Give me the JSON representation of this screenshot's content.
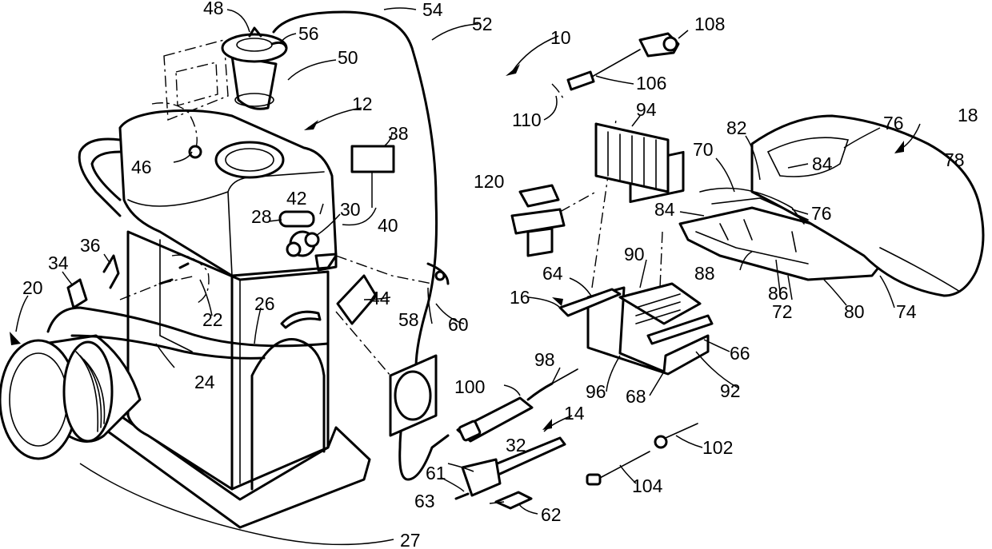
{
  "figure": {
    "references": [
      {
        "id": "r10",
        "text": "10"
      },
      {
        "id": "r12",
        "text": "12"
      },
      {
        "id": "r14",
        "text": "14"
      },
      {
        "id": "r16",
        "text": "16"
      },
      {
        "id": "r18",
        "text": "18"
      },
      {
        "id": "r20",
        "text": "20"
      },
      {
        "id": "r22",
        "text": "22"
      },
      {
        "id": "r24",
        "text": "24"
      },
      {
        "id": "r26",
        "text": "26"
      },
      {
        "id": "r27",
        "text": "27"
      },
      {
        "id": "r28",
        "text": "28"
      },
      {
        "id": "r30",
        "text": "30"
      },
      {
        "id": "r32",
        "text": "32"
      },
      {
        "id": "r34",
        "text": "34"
      },
      {
        "id": "r36",
        "text": "36"
      },
      {
        "id": "r38",
        "text": "38"
      },
      {
        "id": "r40",
        "text": "40"
      },
      {
        "id": "r42",
        "text": "42"
      },
      {
        "id": "r44",
        "text": "44"
      },
      {
        "id": "r46",
        "text": "46"
      },
      {
        "id": "r48",
        "text": "48"
      },
      {
        "id": "r50",
        "text": "50"
      },
      {
        "id": "r52",
        "text": "52"
      },
      {
        "id": "r54",
        "text": "54"
      },
      {
        "id": "r56",
        "text": "56"
      },
      {
        "id": "r58",
        "text": "58"
      },
      {
        "id": "r60",
        "text": "60"
      },
      {
        "id": "r61",
        "text": "61"
      },
      {
        "id": "r62",
        "text": "62"
      },
      {
        "id": "r63",
        "text": "63"
      },
      {
        "id": "r64",
        "text": "64"
      },
      {
        "id": "r66",
        "text": "66"
      },
      {
        "id": "r68",
        "text": "68"
      },
      {
        "id": "r70",
        "text": "70"
      },
      {
        "id": "r72",
        "text": "72"
      },
      {
        "id": "r74",
        "text": "74"
      },
      {
        "id": "r76a",
        "text": "76"
      },
      {
        "id": "r76b",
        "text": "76"
      },
      {
        "id": "r78",
        "text": "78"
      },
      {
        "id": "r80",
        "text": "80"
      },
      {
        "id": "r82",
        "text": "82"
      },
      {
        "id": "r84a",
        "text": "84"
      },
      {
        "id": "r84b",
        "text": "84"
      },
      {
        "id": "r86",
        "text": "86"
      },
      {
        "id": "r88",
        "text": "88"
      },
      {
        "id": "r90",
        "text": "90"
      },
      {
        "id": "r92",
        "text": "92"
      },
      {
        "id": "r94",
        "text": "94"
      },
      {
        "id": "r96",
        "text": "96"
      },
      {
        "id": "r98",
        "text": "98"
      },
      {
        "id": "r100",
        "text": "100"
      },
      {
        "id": "r102",
        "text": "102"
      },
      {
        "id": "r104",
        "text": "104"
      },
      {
        "id": "r106",
        "text": "106"
      },
      {
        "id": "r108",
        "text": "108"
      },
      {
        "id": "r110",
        "text": "110"
      },
      {
        "id": "r120",
        "text": "120"
      }
    ]
  }
}
